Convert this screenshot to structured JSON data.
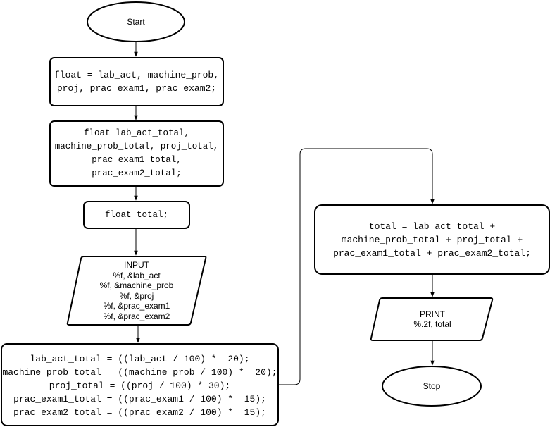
{
  "colors": {
    "stroke": "#000000",
    "fill": "#ffffff",
    "text": "#000000"
  },
  "nodes": {
    "start": {
      "kind": "terminator",
      "label": "Start"
    },
    "declare_inputs": {
      "kind": "process",
      "lines": [
        "float = lab_act, machine_prob,",
        "proj, prac_exam1, prac_exam2;"
      ]
    },
    "declare_totals": {
      "kind": "process",
      "lines": [
        "float lab_act_total,",
        "machine_prob_total, proj_total,",
        "prac_exam1_total,",
        "prac_exam2_total;"
      ]
    },
    "declare_total": {
      "kind": "process",
      "lines": [
        "float total;"
      ]
    },
    "input": {
      "kind": "io",
      "lines": [
        "INPUT",
        "%f, &lab_act",
        "%f, &machine_prob",
        "%f, &proj",
        "%f, &prac_exam1",
        "%f, &prac_exam2"
      ]
    },
    "compute_parts": {
      "kind": "process",
      "lines": [
        "lab_act_total = ((lab_act / 100) *  20);",
        "machine_prob_total = ((machine_prob / 100) *  20);",
        "proj_total = ((proj / 100) * 30);",
        "prac_exam1_total = ((prac_exam1 / 100) *  15);",
        "prac_exam2_total = ((prac_exam2 / 100) *  15);"
      ]
    },
    "compute_total": {
      "kind": "process",
      "lines": [
        "total = lab_act_total +",
        "machine_prob_total + proj_total +",
        "prac_exam1_total + prac_exam2_total;"
      ]
    },
    "print": {
      "kind": "io",
      "lines": [
        "PRINT",
        "%.2f, total"
      ]
    },
    "stop": {
      "kind": "terminator",
      "label": "Stop"
    }
  },
  "edges": [
    {
      "from": "start",
      "to": "declare_inputs"
    },
    {
      "from": "declare_inputs",
      "to": "declare_totals"
    },
    {
      "from": "declare_totals",
      "to": "declare_total"
    },
    {
      "from": "declare_total",
      "to": "input"
    },
    {
      "from": "input",
      "to": "compute_parts"
    },
    {
      "from": "compute_parts",
      "to": "compute_total"
    },
    {
      "from": "compute_total",
      "to": "print"
    },
    {
      "from": "print",
      "to": "stop"
    }
  ]
}
